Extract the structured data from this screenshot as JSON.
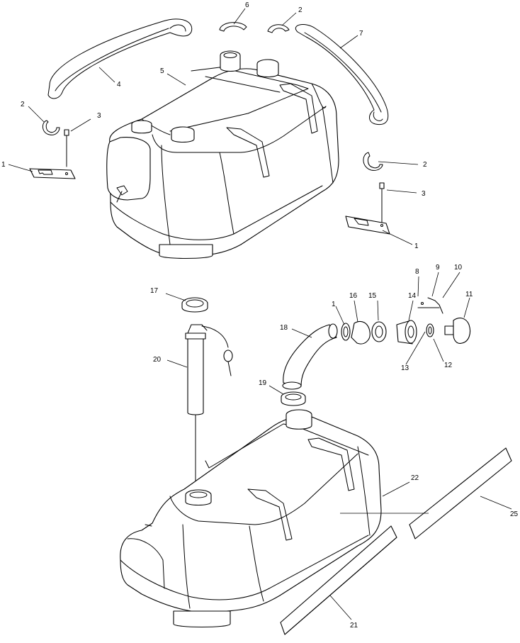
{
  "labels": {
    "l1a": "1",
    "l1b": "1",
    "l2a": "2",
    "l2b": "2",
    "l2c": "2",
    "l3a": "3",
    "l3b": "3",
    "l4": "4",
    "l5": "5",
    "l6": "6",
    "l7": "7",
    "l8": "8",
    "l9": "9",
    "l10": "10",
    "l11": "11",
    "l12": "12",
    "l13": "13",
    "l14": "14",
    "l15": "15",
    "l16": "16",
    "l17": "17",
    "l1c": "1",
    "l18": "18",
    "l19": "19",
    "l20": "20",
    "l21": "21",
    "l22": "22",
    "l25": "25"
  }
}
